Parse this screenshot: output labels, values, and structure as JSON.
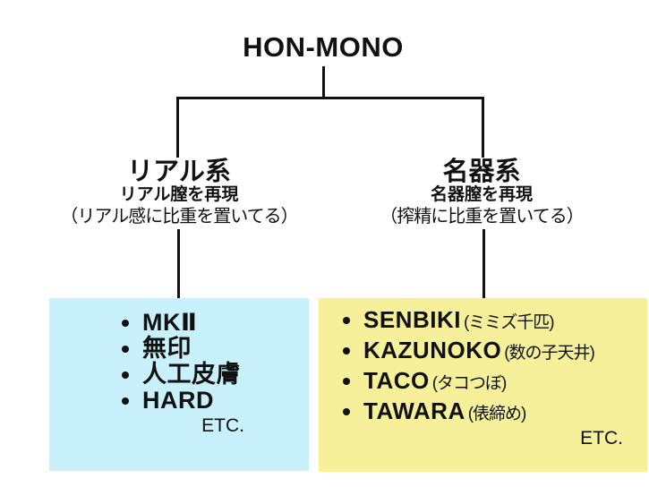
{
  "title": "HON-MONO",
  "colors": {
    "left_box_bg": "#c9f1fb",
    "right_box_bg": "#f6f09a",
    "line": "#111111",
    "background": "#ffffff"
  },
  "branches": {
    "left": {
      "name": "リアル系",
      "subtitle": "リアル膣を再現",
      "note": "（リアル感に比重を置いてる）",
      "box": {
        "items": [
          "MKⅡ",
          "無印",
          "人工皮膚",
          "HARD"
        ],
        "etc": "ETC."
      }
    },
    "right": {
      "name": "名器系",
      "subtitle": "名器膣を再現",
      "note": "（搾精に比重を置いてる）",
      "box": {
        "items": [
          {
            "name": "SENBIKI",
            "note": "(ミミズ千匹)"
          },
          {
            "name": "KAZUNOKO",
            "note": "(数の子天井)"
          },
          {
            "name": "TACO",
            "note": "(タコつぼ)"
          },
          {
            "name": "TAWARA",
            "note": "(俵締め)"
          }
        ],
        "etc": "ETC."
      }
    }
  }
}
